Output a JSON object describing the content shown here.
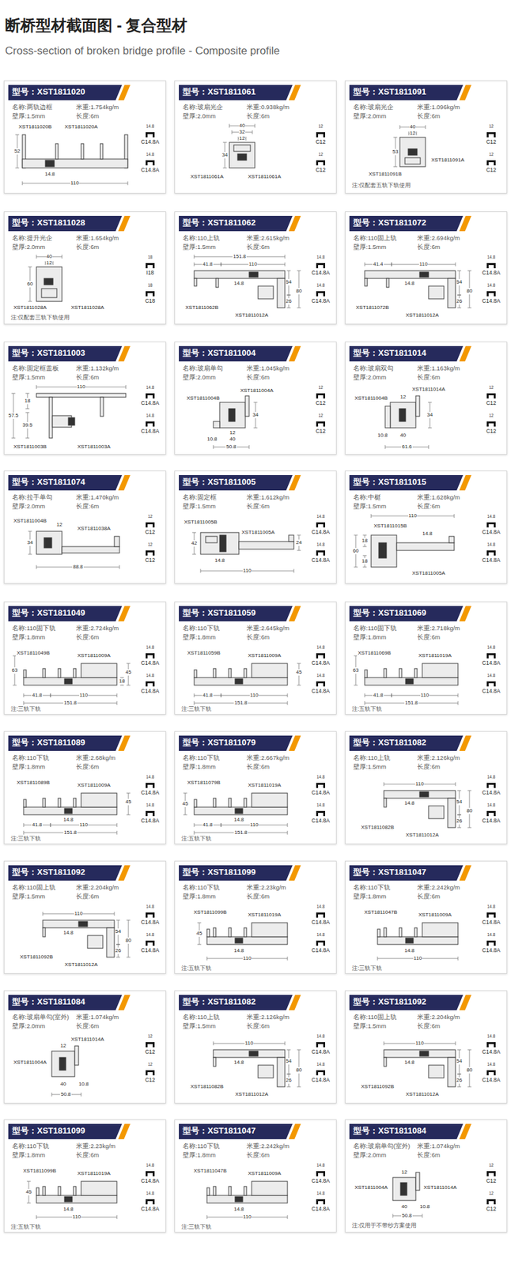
{
  "diagram": {
    "title": "断桥型材截面图 - 复合型材",
    "labels": [
      "Cross-section of broken bridge profile - Composite profile"
    ],
    "nodes": [
      {
        "text": [
          "型号：XST1811020",
          "名称:两轨边框",
          "米重:1.754kg/m",
          "壁厚:1.5mm",
          "长度:6m",
          "14.8",
          "C14.8A",
          "14.8",
          "C14.8A",
          "XST1811020B",
          "XST1811020A",
          "52",
          "14.8",
          "110"
        ]
      },
      {
        "text": [
          "型号：XST1811061",
          "名称:玻扇光企",
          "米重:0.938kg/m",
          "壁厚:2.0mm",
          "长度:6m",
          "12",
          "C12",
          "12",
          "C12",
          "40",
          "32",
          "12",
          "34",
          "XST1811061A",
          "XST1811061A"
        ]
      },
      {
        "text": [
          "型号：XST1811091",
          "名称:玻扇光企",
          "米重:1.096kg/m",
          "壁厚:2.0mm",
          "长度:6m",
          "12",
          "C12",
          "12",
          "C12",
          "40",
          "12",
          "53",
          "XST1811091A",
          "XST1811091B",
          "注:仅配套五轨下轨使用"
        ]
      },
      {
        "text": [
          "型号：XST1811028",
          "名称:提升光企",
          "米重:1.654kg/m",
          "壁厚:2.0mm",
          "长度:6m",
          "18",
          "I18",
          "18",
          "C18",
          "40",
          "12",
          "60",
          "XST1811028A",
          "XST1811028A",
          "注:仅配套三轨下轨使用"
        ]
      },
      {
        "text": [
          "型号：XST1811062",
          "名称:110上轨",
          "米重:2.615kg/m",
          "壁厚:1.5mm",
          "长度:6m",
          "14.8",
          "C14.8A",
          "14.8",
          "C14.8A",
          "151.8",
          "41.8",
          "110",
          "14.8",
          "54",
          "80",
          "26",
          "XST1811062B",
          "XST1811012A"
        ]
      },
      {
        "text": [
          "型号：XST1811072",
          "名称:110固上轨",
          "米重:2.694kg/m",
          "壁厚:1.5mm",
          "长度:6m",
          "14.8",
          "C14.8A",
          "14.8",
          "C14.8A",
          "41.4",
          "110",
          "14.8",
          "54",
          "80",
          "26",
          "XST1811072B",
          "XST1811012A"
        ]
      },
      {
        "text": [
          "型号：XST1811003",
          "名称:固定框盖板",
          "米重:1.132kg/m",
          "壁厚:1.5mm",
          "长度:6m",
          "14.8",
          "C14.8A",
          "14.8",
          "C14.8A",
          "110",
          "18",
          "57.5",
          "39.5",
          "XST1811003B",
          "XST1811003A"
        ]
      },
      {
        "text": [
          "型号：XST1811004",
          "名称:玻扇单勾",
          "米重:1.045kg/m",
          "壁厚:2.0mm",
          "长度:6m",
          "12",
          "C12",
          "12",
          "C12",
          "XST1811004A",
          "XST1811004B",
          "34",
          "12",
          "10.8",
          "40",
          "50.8"
        ]
      },
      {
        "text": [
          "型号：XST1811014",
          "名称:玻扇双勾",
          "米重:1.163kg/m",
          "壁厚:2.0mm",
          "长度:6m",
          "12",
          "C12",
          "12",
          "C12",
          "XST1811014A",
          "XST1811004B",
          "12",
          "34",
          "10.8",
          "40",
          "61.6"
        ]
      },
      {
        "text": [
          "型号：XST1811074",
          "名称:拉手单勾",
          "米重:1.470kg/m",
          "壁厚:2.0mm",
          "长度:6m",
          "12",
          "C12",
          "12",
          "C12",
          "XST1811004B",
          "12",
          "XST1811038A",
          "34",
          "88.8"
        ]
      },
      {
        "text": [
          "型号：XST1811005",
          "名称:固定框",
          "米重:1.612kg/m",
          "壁厚:1.5mm",
          "长度:6m",
          "14.8",
          "C14.8A",
          "14.8",
          "C14.8A",
          "XST1811005B",
          "XST1811005A",
          "42",
          "24",
          "14.8",
          "110"
        ]
      },
      {
        "text": [
          "型号：XST1811015",
          "名称:中梃",
          "米重:1.628kg/m",
          "壁厚:1.5mm",
          "长度:6m",
          "14.8",
          "C14.8A",
          "14.8",
          "C14.8A",
          "110",
          "XST1811015B",
          "14.8",
          "60",
          "18",
          "18",
          "XST1811005A"
        ]
      },
      {
        "text": [
          "型号：XST1811049",
          "名称:110固下轨",
          "米重:2.724kg/m",
          "壁厚:1.8mm",
          "长度:6m",
          "14.8",
          "C14.8A",
          "14.8",
          "C14.8A",
          "XST1811049B",
          "XST1811009A",
          "63",
          "45",
          "18",
          "41.8",
          "110",
          "151.8",
          "注:三轨下轨"
        ]
      },
      {
        "text": [
          "型号：XST1811059",
          "名称:110下轨",
          "米重:2.645kg/m",
          "壁厚:1.8mm",
          "长度:6m",
          "14.8",
          "C14.8A",
          "14.8",
          "C14.8A",
          "XST1811059B",
          "XST1811009A",
          "45",
          "41.8",
          "110",
          "151.8",
          "注:三轨下轨"
        ]
      },
      {
        "text": [
          "型号：XST1811069",
          "名称:110固下轨",
          "米重:2.718kg/m",
          "壁厚:1.8mm",
          "长度:6m",
          "14.8",
          "C14.8A",
          "14.8",
          "C14.8A",
          "XST1811069B",
          "XST1811019A",
          "63",
          "41.8",
          "110",
          "151.8",
          "注:五轨下轨"
        ]
      },
      {
        "text": [
          "型号：XST1811089",
          "名称:110下轨",
          "米重:2.68kg/m",
          "壁厚:1.8mm",
          "长度:6m",
          "14.8",
          "C14.8A",
          "14.8",
          "C14.8A",
          "XST1811089B",
          "XST1811009A",
          "45",
          "41.8",
          "14.8",
          "110",
          "151.8",
          "注:三轨下轨"
        ]
      },
      {
        "text": [
          "型号：XST1811079",
          "名称:110下轨",
          "米重:2.667kg/m",
          "壁厚:1.8mm",
          "长度:6m",
          "14.8",
          "C14.8A",
          "14.8",
          "C14.8A",
          "XST1811079B",
          "XST1811019A",
          "45",
          "41.8",
          "14.8",
          "110",
          "151.8",
          "注:五轨下轨"
        ]
      },
      {
        "text": [
          "型号：XST1811082",
          "名称:110上轨",
          "米重:2.126kg/m",
          "壁厚:1.5mm",
          "长度:6m",
          "14.8",
          "C14.8A",
          "14.8",
          "C14.8A",
          "110",
          "14.8",
          "54",
          "80",
          "26",
          "XST1811082B",
          "XST1811012A"
        ]
      },
      {
        "text": [
          "型号：XST1811092",
          "名称:110固上轨",
          "米重:2.204kg/m",
          "壁厚:1.5mm",
          "长度:6m",
          "14.8",
          "C14.8A",
          "14.8",
          "C14.8A",
          "110",
          "14.8",
          "54",
          "80",
          "26",
          "XST1811092B",
          "XST1811012A"
        ]
      },
      {
        "text": [
          "型号：XST1811099",
          "名称:110下轨",
          "米重:2.23kg/m",
          "壁厚:1.8mm",
          "长度:6m",
          "14.8",
          "C14.8A",
          "14.8",
          "C14.8A",
          "XST1811099B",
          "XST1811019A",
          "45",
          "14.8",
          "110",
          "注:五轨下轨"
        ]
      },
      {
        "text": [
          "型号：XST1811047",
          "名称:110下轨",
          "米重:2.242kg/m",
          "壁厚:1.8mm",
          "长度:6m",
          "14.8",
          "C14.8A",
          "14.8",
          "C14.8A",
          "XST1811047B",
          "XST1811009A",
          "14.8",
          "110",
          "注:三轨下轨"
        ]
      },
      {
        "text": [
          "型号：XST1811084",
          "名称:玻扇单勾(室外)",
          "米重:1.074kg/m",
          "壁厚:2.0mm",
          "长度:6m",
          "12",
          "C12",
          "12",
          "C12",
          "XST1811014A",
          "XST1811004A",
          "12",
          "40",
          "10.8",
          "50.8"
        ]
      },
      {
        "text": [
          "型号：XST1811082",
          "名称:110上轨",
          "米重:2.126kg/m",
          "壁厚:1.5mm",
          "长度:6m",
          "14.8",
          "C14.8A",
          "14.8",
          "C14.8A",
          "110",
          "14.8",
          "54",
          "80",
          "26",
          "XST1811082B",
          "XST1811012A"
        ]
      },
      {
        "text": [
          "型号：XST1811092",
          "名称:110固上轨",
          "米重:2.204kg/m",
          "壁厚:1.5mm",
          "长度:6m",
          "14.8",
          "C14.8A",
          "14.8",
          "C14.8A",
          "110",
          "14.8",
          "54",
          "80",
          "26",
          "XST1811092B",
          "XST1811012A"
        ]
      },
      {
        "text": [
          "型号：XST1811099",
          "名称:110下轨",
          "米重:2.23kg/m",
          "壁厚:1.8mm",
          "长度:6m",
          "14.8",
          "C14.8A",
          "14.8",
          "C14.8A",
          "XST1811099B",
          "XST1811019A",
          "45",
          "14.8",
          "110",
          "注:五轨下轨"
        ]
      },
      {
        "text": [
          "型号：XST1811047",
          "名称:110下轨",
          "米重:2.242kg/m",
          "壁厚:1.8mm",
          "长度:6m",
          "14.8",
          "C14.8A",
          "14.8",
          "C14.8A",
          "XST1811047B",
          "XST1811009A",
          "14.8",
          "110",
          "注:三轨下轨"
        ]
      },
      {
        "text": [
          "型号：XST1811084",
          "名称:玻扇单勾(室外)",
          "米重:1.074kg/m",
          "壁厚:2.0mm",
          "长度:6m",
          "12",
          "C12",
          "12",
          "C12",
          "XST1811004A",
          "12",
          "XST1811014A",
          "40",
          "10.8",
          "50.8",
          "注:仅用于不带纱方案使用"
        ]
      }
    ]
  }
}
